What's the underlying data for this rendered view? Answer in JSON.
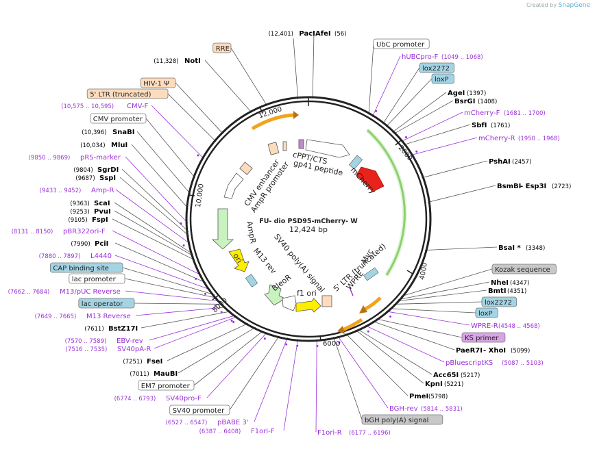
{
  "brand": {
    "created_by": "Created by",
    "name": "SnapGene"
  },
  "plasmid": {
    "name": "FU- dio PSD95-mCherry- W",
    "length_label": "12,424 bp",
    "length": 12424
  },
  "colors": {
    "backbone": "#222222",
    "enzyme": "#000000",
    "primer": "#9b30d9",
    "feature_label": "#222222",
    "orange_arrow": "#f2a31b",
    "green_arc": "#56b32c",
    "mcherry": "#e8231c",
    "ampr": "#c9f2c0",
    "ori": "#ffee00"
  },
  "ticks": [
    "2000",
    "4000",
    "6000",
    "8000",
    "10,000",
    "12,000"
  ],
  "labels": [
    {
      "id": "pacI",
      "kind": "enzyme",
      "pos": "(12,401)",
      "name": "PacI"
    },
    {
      "id": "afeI",
      "kind": "enzyme",
      "name": "AfeI",
      "pos": "(56)"
    },
    {
      "id": "ubc",
      "kind": "box",
      "name": "UbC promoter",
      "fill": "#ffffff"
    },
    {
      "id": "hubc",
      "kind": "primer",
      "name": "hUBCpro-F",
      "pos": "(1049 .. 1068)"
    },
    {
      "id": "lox1",
      "kind": "box",
      "name": "lox2272",
      "fill": "#a3d4e4"
    },
    {
      "id": "loxp1",
      "kind": "box",
      "name": "loxP",
      "fill": "#a3d4e4"
    },
    {
      "id": "ageI",
      "kind": "enzyme",
      "name": "AgeI",
      "pos": "(1397)"
    },
    {
      "id": "bsrgI",
      "kind": "enzyme",
      "name": "BsrGI",
      "pos": "(1408)"
    },
    {
      "id": "mchf",
      "kind": "primer",
      "name": "mCherry-F",
      "pos": "(1681 .. 1700)"
    },
    {
      "id": "sbfI",
      "kind": "enzyme",
      "name": "SbfI",
      "pos": "(1761)"
    },
    {
      "id": "mchr",
      "kind": "primer",
      "name": "mCherry-R",
      "pos": "(1950 .. 1968)"
    },
    {
      "id": "pshAI",
      "kind": "enzyme",
      "name": "PshAI",
      "pos": "(2457)"
    },
    {
      "id": "bsmBI",
      "kind": "enzyme",
      "name": "BsmBI",
      "extra": "- Esp3I",
      "pos": "(2723)"
    },
    {
      "id": "bsaI",
      "kind": "enzyme",
      "name": "BsaI *",
      "pos": "(3348)"
    },
    {
      "id": "kozak",
      "kind": "box",
      "name": "Kozak sequence",
      "fill": "#c8c8c8"
    },
    {
      "id": "nheI",
      "kind": "enzyme",
      "name": "NheI",
      "pos": "(4347)"
    },
    {
      "id": "bmtI",
      "kind": "enzyme",
      "name": "BmtI",
      "pos": "(4351)"
    },
    {
      "id": "lox2",
      "kind": "box",
      "name": "lox2272",
      "fill": "#a3d4e4"
    },
    {
      "id": "loxp2",
      "kind": "box",
      "name": "loxP",
      "fill": "#a3d4e4"
    },
    {
      "id": "wprer",
      "kind": "primer",
      "name": "WPRE-R",
      "pos": "(4548 .. 4568)"
    },
    {
      "id": "ksp",
      "kind": "box",
      "name": "KS primer",
      "fill": "#d9a3e8"
    },
    {
      "id": "paeR7I",
      "kind": "enzyme",
      "name": "PaeR7I",
      "extra": "- XhoI",
      "pos": "(5099)"
    },
    {
      "id": "pblks",
      "kind": "primer",
      "name": "pBluescriptKS",
      "pos": "(5087 .. 5103)"
    },
    {
      "id": "acc65I",
      "kind": "enzyme",
      "name": "Acc65I",
      "pos": "(5217)"
    },
    {
      "id": "kpnI",
      "kind": "enzyme",
      "name": "KpnI",
      "pos": "(5221)"
    },
    {
      "id": "pmeI",
      "kind": "enzyme",
      "name": "PmeI",
      "pos": "(5798)"
    },
    {
      "id": "bghrev",
      "kind": "primer",
      "name": "BGH-rev",
      "pos": "(5814 .. 5831)"
    },
    {
      "id": "bghpa",
      "kind": "box",
      "name": "bGH poly(A) signal",
      "fill": "#c8c8c8"
    },
    {
      "id": "f1orir",
      "kind": "primer",
      "name": "F1ori-R",
      "pos": "(6177 .. 6196)"
    },
    {
      "id": "f1orif",
      "kind": "primer",
      "name": "F1ori-F",
      "pos": "(6387 .. 6408)"
    },
    {
      "id": "pbabe",
      "kind": "primer",
      "name": "pBABE 3'",
      "pos": "(6527 .. 6547)"
    },
    {
      "id": "sv40p",
      "kind": "box",
      "name": "SV40 promoter",
      "fill": "#ffffff"
    },
    {
      "id": "sv40prof",
      "kind": "primer",
      "name": "SV40pro-F",
      "pos": "(6774 .. 6793)"
    },
    {
      "id": "em7",
      "kind": "box",
      "name": "EM7 promoter",
      "fill": "#ffffff"
    },
    {
      "id": "mauBI",
      "kind": "enzyme",
      "name": "MauBI",
      "pos": "(7011)"
    },
    {
      "id": "fseI",
      "kind": "enzyme",
      "name": "FseI",
      "pos": "(7251)"
    },
    {
      "id": "sv40par",
      "kind": "primer",
      "name": "SV40pA-R",
      "pos": "(7516 .. 7535)"
    },
    {
      "id": "ebvrev",
      "kind": "primer",
      "name": "EBV-rev",
      "pos": "(7570 .. 7589)"
    },
    {
      "id": "bstZ17I",
      "kind": "enzyme",
      "name": "BstZ17I",
      "pos": "(7611)"
    },
    {
      "id": "m13rev",
      "kind": "primer",
      "name": "M13 Reverse",
      "pos": "(7649 .. 7665)"
    },
    {
      "id": "lacop",
      "kind": "box",
      "name": "lac operator",
      "fill": "#a3d4e4"
    },
    {
      "id": "m13puc",
      "kind": "primer",
      "name": "M13/pUC Reverse",
      "pos": "(7662 .. 7684)"
    },
    {
      "id": "lacp",
      "kind": "box",
      "name": "lac promoter",
      "fill": "#ffffff"
    },
    {
      "id": "cap",
      "kind": "box",
      "name": "CAP binding site",
      "fill": "#a3d4e4"
    },
    {
      "id": "l4440",
      "kind": "primer",
      "name": "L4440",
      "pos": "(7880 .. 7897)"
    },
    {
      "id": "pciI",
      "kind": "enzyme",
      "name": "PciI",
      "pos": "(7990)"
    },
    {
      "id": "pbr322",
      "kind": "primer",
      "name": "pBR322ori-F",
      "pos": "(8131 .. 8150)"
    },
    {
      "id": "fspI",
      "kind": "enzyme",
      "name": "FspI",
      "pos": "(9105)"
    },
    {
      "id": "pvuI",
      "kind": "enzyme",
      "name": "PvuI",
      "pos": "(9253)"
    },
    {
      "id": "scaI",
      "kind": "enzyme",
      "name": "ScaI",
      "pos": "(9363)"
    },
    {
      "id": "ampr_p",
      "kind": "primer",
      "name": "Amp-R",
      "pos": "(9433 .. 9452)"
    },
    {
      "id": "sspI",
      "kind": "enzyme",
      "name": "SspI",
      "pos": "(9687)"
    },
    {
      "id": "sgrDI",
      "kind": "enzyme",
      "name": "SgrDI",
      "pos": "(9804)"
    },
    {
      "id": "prsm",
      "kind": "primer",
      "name": "pRS-marker",
      "pos": "(9850 .. 9869)"
    },
    {
      "id": "mluI",
      "kind": "enzyme",
      "name": "MluI",
      "pos": "(10,034)"
    },
    {
      "id": "snaBI",
      "kind": "enzyme",
      "name": "SnaBI",
      "pos": "(10,396)"
    },
    {
      "id": "cmvp",
      "kind": "box",
      "name": "CMV promoter",
      "fill": "#ffffff"
    },
    {
      "id": "cmvf",
      "kind": "primer",
      "name": "CMV-F",
      "pos": "(10,575 .. 10,595)"
    },
    {
      "id": "ltr5",
      "kind": "box",
      "name": "5' LTR (truncated)",
      "fill": "#fddcbe"
    },
    {
      "id": "hiv",
      "kind": "box",
      "name": "HIV-1 Ψ",
      "fill": "#fddcbe"
    },
    {
      "id": "notI",
      "kind": "enzyme",
      "name": "NotI",
      "pos": "(11,328)"
    },
    {
      "id": "rre",
      "kind": "box",
      "name": "RRE",
      "fill": "#fddcbe"
    }
  ],
  "features": [
    {
      "id": "f_cppt",
      "text": "cPPT/CTS"
    },
    {
      "id": "f_gp41",
      "text": "gp41 peptide"
    },
    {
      "id": "f_mcherry",
      "text": "mCherry"
    },
    {
      "id": "f_cmvenh",
      "text": "CMV enhancer"
    },
    {
      "id": "f_amprprom",
      "text": "AmpR promoter"
    },
    {
      "id": "f_ampr",
      "text": "AmpR"
    },
    {
      "id": "f_ori",
      "text": "ori"
    },
    {
      "id": "f_sv40pa",
      "text": "SV40 poly(A) signal"
    },
    {
      "id": "f_m13rev",
      "text": "M13 rev"
    },
    {
      "id": "f_bleor",
      "text": "BleoR"
    },
    {
      "id": "f_f1ori",
      "text": "f1 ori"
    },
    {
      "id": "f_ltr3",
      "text": "5' LTR (truncated)"
    },
    {
      "id": "f_wpre",
      "text": "WPRE"
    },
    {
      "id": "f_myc",
      "text": "Myc"
    }
  ]
}
